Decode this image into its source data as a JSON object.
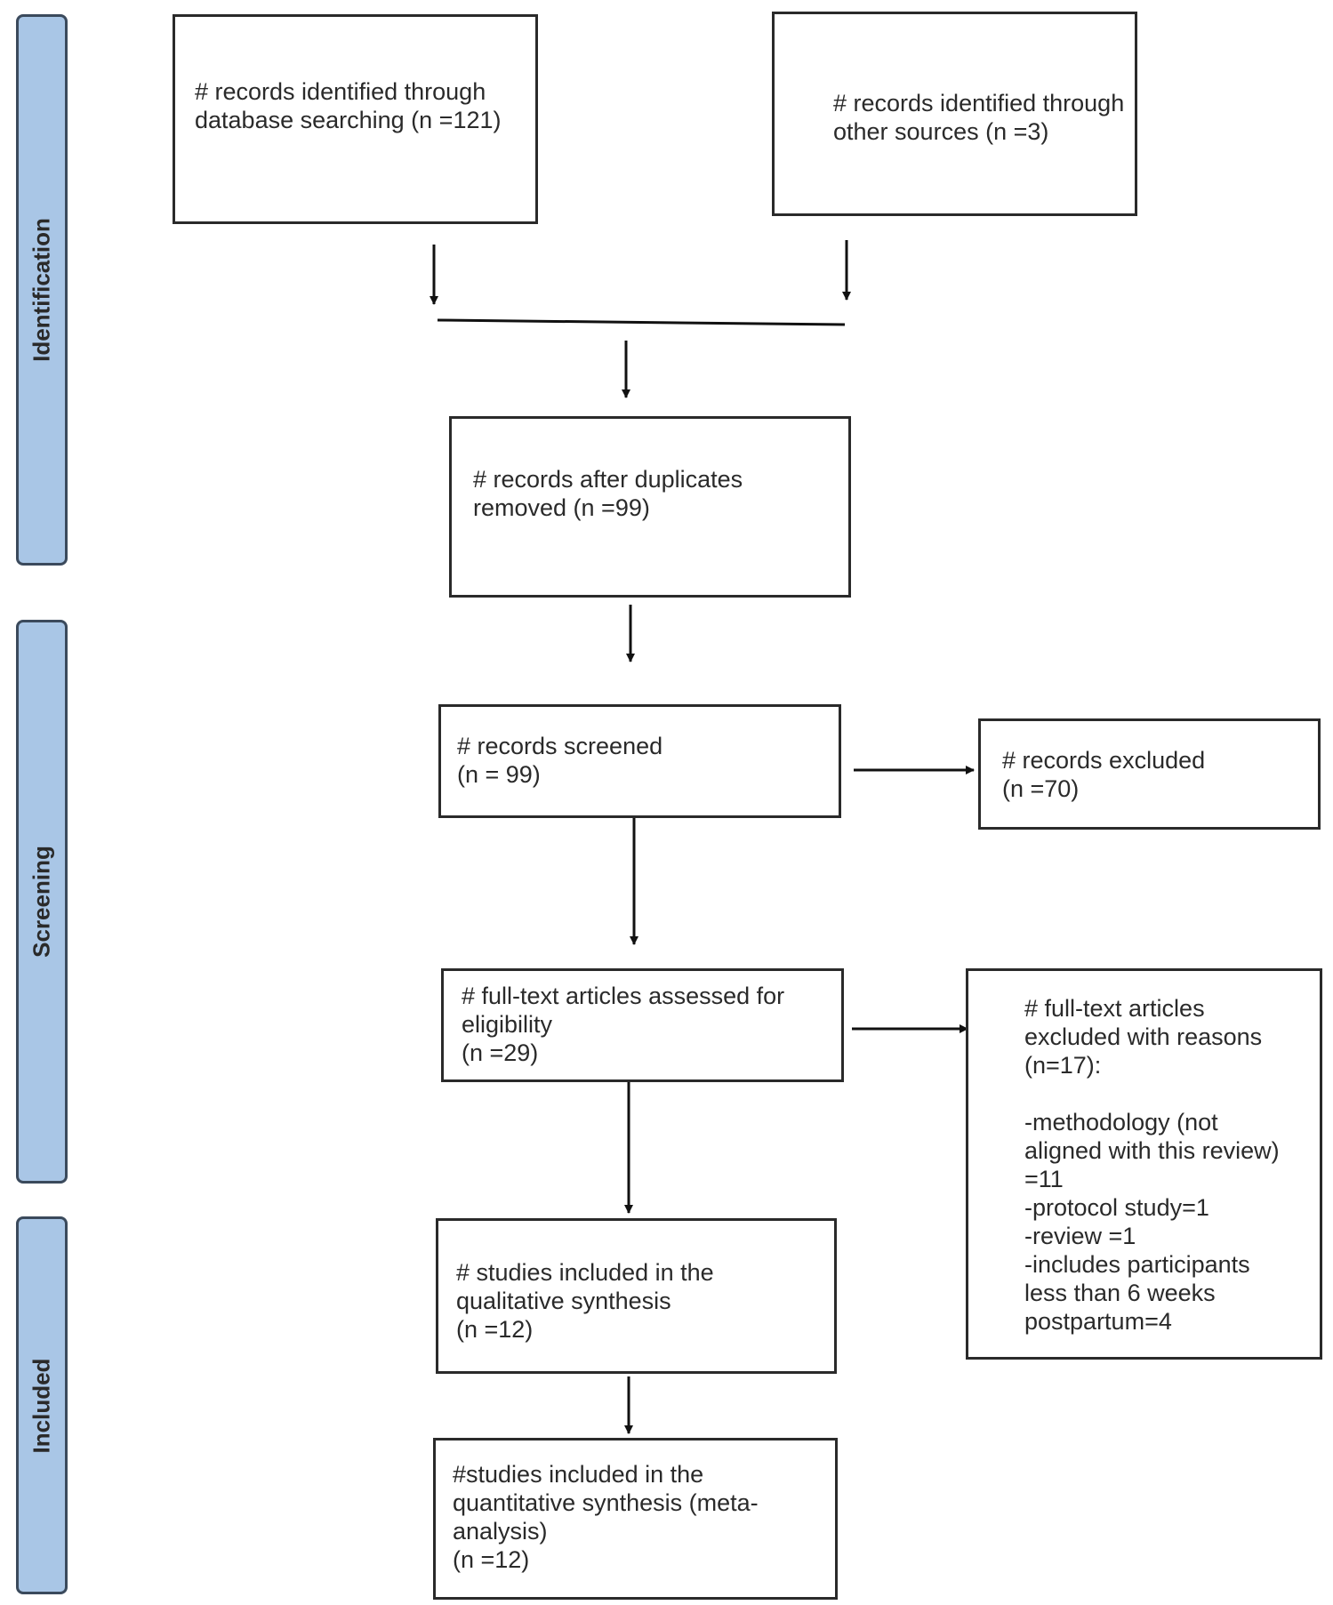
{
  "stages": {
    "identification": "Identification",
    "screening": "Screening",
    "included": "Included"
  },
  "boxes": {
    "database_search": "# records identified through\ndatabase searching (n =121)",
    "other_sources": "# records identified through\nother sources (n =3)",
    "after_duplicates": "# records after duplicates\nremoved (n =99)",
    "screened": "# records screened\n(n = 99)",
    "excluded": "# records excluded\n(n =70)",
    "full_text_assessed": "# full-text articles assessed for\neligibility\n(n =29)",
    "full_text_excluded": "# full-text articles\nexcluded with reasons\n(n=17):\n\n-methodology (not\naligned with this review)\n=11\n-protocol study=1\n-review =1\n-includes participants\nless than 6 weeks\npostpartum=4",
    "qualitative": "# studies included in the\nqualitative synthesis\n(n =12)",
    "quantitative": "#studies included in the\nquantitative synthesis (meta-\nanalysis)\n(n =12)"
  }
}
